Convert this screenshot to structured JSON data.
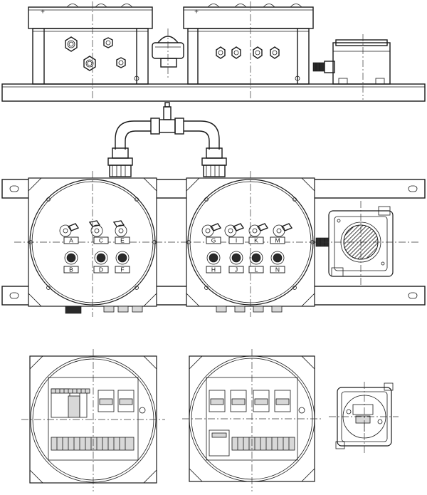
{
  "front_panel": {
    "box_left": {
      "switch_labels": [
        "A",
        "C",
        "E"
      ],
      "lamp_labels": [
        "B",
        "D",
        "F"
      ]
    },
    "box_right": {
      "switch_labels": [
        "G",
        "I",
        "K",
        "M"
      ],
      "lamp_labels": [
        "H",
        "J",
        "L",
        "N"
      ]
    }
  }
}
